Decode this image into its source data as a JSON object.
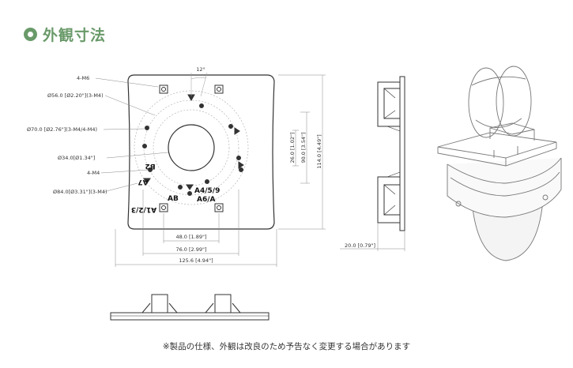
{
  "header": {
    "title": "外観寸法",
    "icon": "circle-bullet-icon",
    "color": "#6a9a6a"
  },
  "top_view": {
    "angle": "12°",
    "left_dims": {
      "m6": "4-M6",
      "d56": "Ø56.0 [Ø2.20\"](3-M4)",
      "d70": "Ø70.0 [Ø2.76\"](3-M4/4-M4)",
      "d34": "Ø34.0[Ø1.34\"]",
      "m4": "4-M4",
      "d84": "Ø84.0[Ø3.31\"](3-M4)"
    },
    "right_dims": {
      "v26": "26.0 [1.02\"]",
      "v90": "90.0 [3.54\"]",
      "v114": "114.0 [4.49\"]"
    },
    "bottom_dims": {
      "h48": "48.0 [1.89\"]",
      "h76": "76.0 [2.99\"]",
      "h125": "125.6 [4.94\"]"
    },
    "hole_labels": {
      "b2": "B2",
      "a7": "A7",
      "a123": "A1/2/3",
      "ab": "AB",
      "a459": "A4/5/9",
      "a6a": "A6/A"
    }
  },
  "side_view": {
    "dim": "20.0 [0.79\"]"
  },
  "footer_note": "※製品の仕様、外観は改良のため予告なく変更する場合があります"
}
